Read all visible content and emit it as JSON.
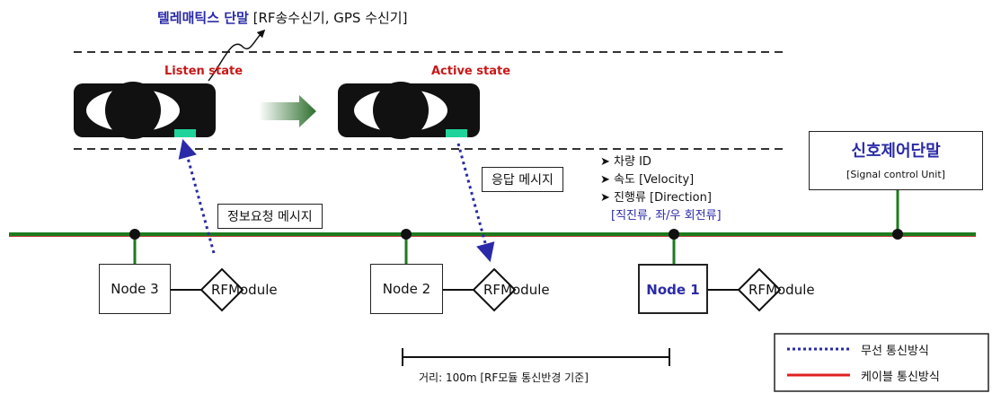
{
  "terminal": {
    "title_part1": "텔레매틱스 단말",
    "title_part2": "[RF송수신기, GPS 수신기]",
    "listen_state": "Listen state",
    "active_state": "Active state"
  },
  "messages": {
    "request": "정보요청 메시지",
    "response": "응답 메시지",
    "items": [
      "➤ 차량 ID",
      "➤ 속도 [Velocity]",
      "➤ 진행류 [Direction]"
    ],
    "items_note": "[직진류, 좌/우 회전류]"
  },
  "signal_unit": {
    "title": "신호제어단말",
    "subtitle": "[Signal control Unit]"
  },
  "nodes": [
    {
      "label": "Node 3",
      "rf_label": "RF",
      "module_label": "Module"
    },
    {
      "label": "Node 2",
      "rf_label": "RF",
      "module_label": "Module"
    },
    {
      "label": "Node 1",
      "rf_label": "RF",
      "module_label": "Module"
    }
  ],
  "distance": "거리: 100m [RF모듈 통신반경 기준]",
  "legend": {
    "wireless": "무선 통신방식",
    "cable": "케이블 통신방식"
  },
  "colors": {
    "bus": "#1e7a1e",
    "wireless": "#2a2aa8",
    "cable": "#e02020",
    "state_label": "#c81818"
  }
}
